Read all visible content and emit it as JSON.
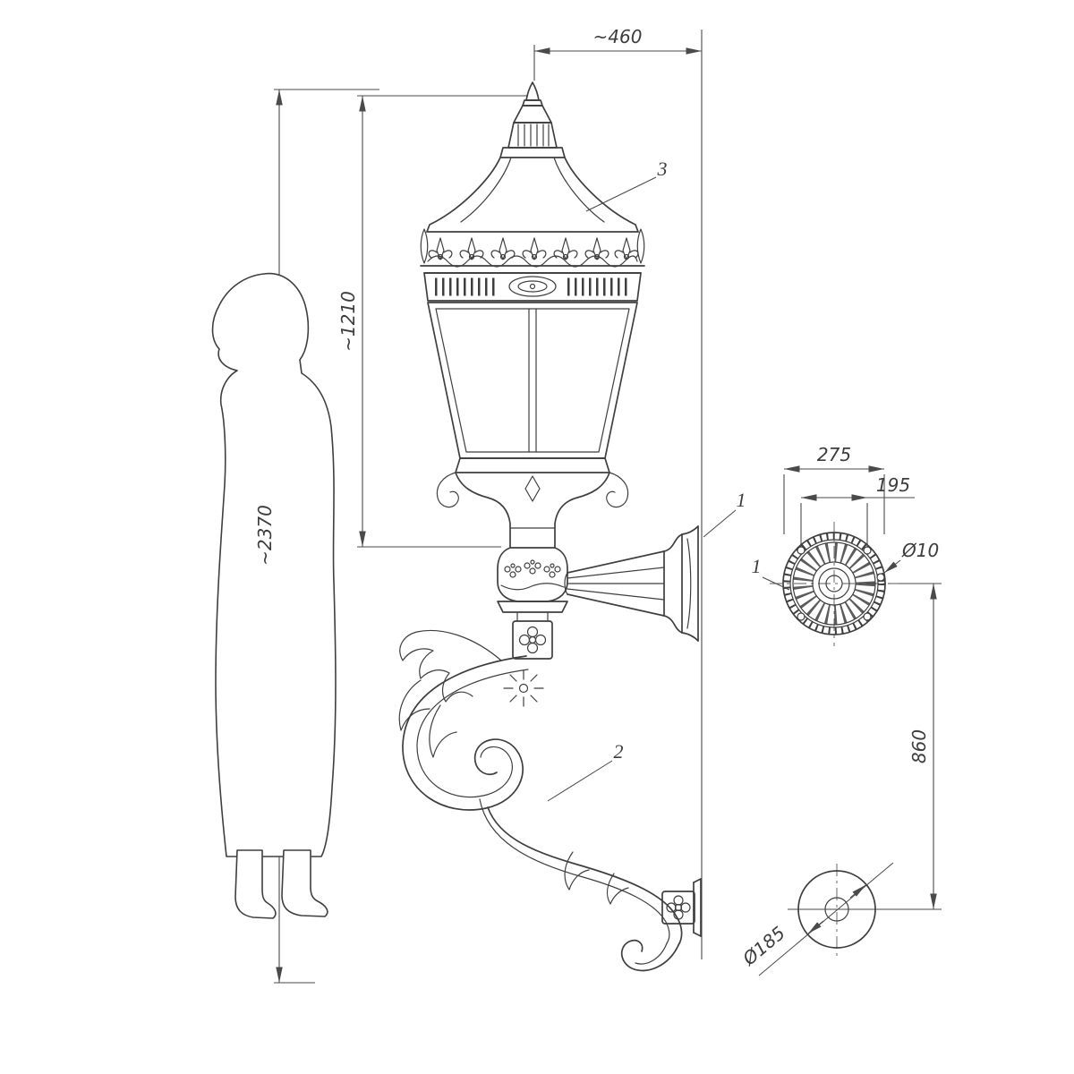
{
  "drawing": {
    "dimensions": {
      "top_width": "~460",
      "lantern_height": "~1210",
      "overall_height": "~2370",
      "flange_outer": "275",
      "flange_inner": "195",
      "hole_diameter": "Ø10",
      "mount_spacing": "860",
      "base_diameter": "Ø185"
    },
    "part_labels": {
      "roof": "3",
      "wall_mount": "1",
      "bracket_arm": "2",
      "flange_view": "1"
    }
  }
}
